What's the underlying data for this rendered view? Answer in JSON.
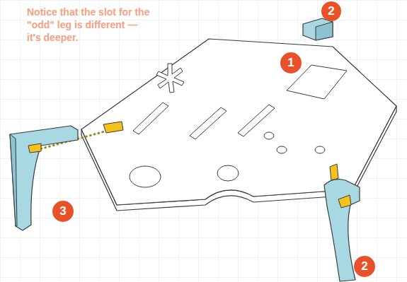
{
  "diagram": {
    "labels": [
      "Notice that the slot for the \"odd\" leg is different — it's deeper.",
      "2",
      "1",
      "3",
      "2"
    ]
  }
}
